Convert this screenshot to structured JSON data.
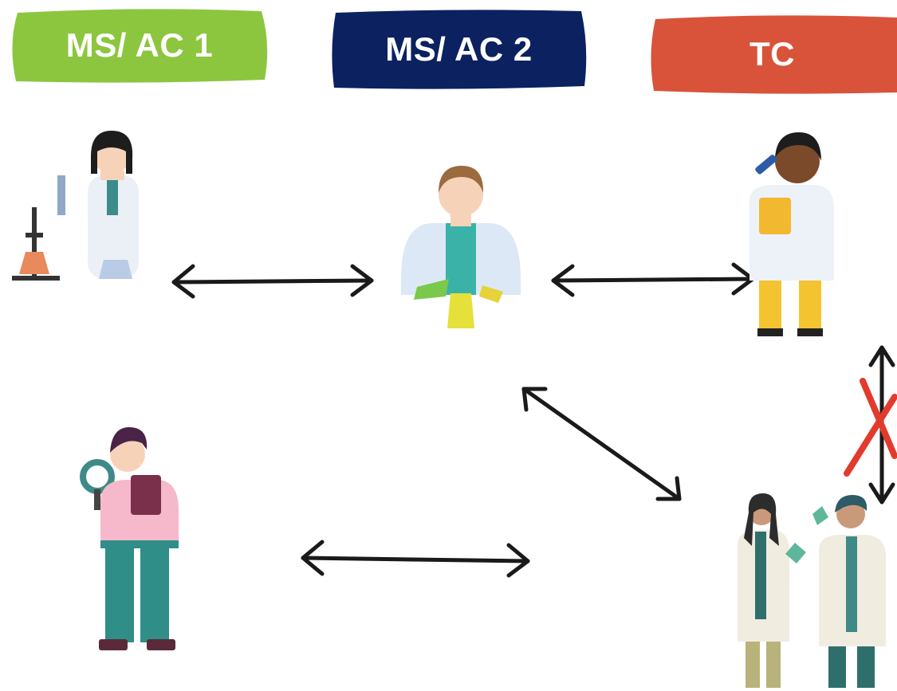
{
  "labels": {
    "ms_ac1": "MS/ AC 1",
    "ms_ac2": "MS/ AC 2",
    "tc": "TC"
  },
  "colors": {
    "ms_ac1": "#8CC63F",
    "ms_ac2": "#0B2160",
    "tc": "#D9533B",
    "arrow": "#1a1a1a",
    "cross": "#E23B2E"
  },
  "icons": [
    "scientist-with-flask-icon",
    "chemist-mixing-liquids-icon",
    "researcher-with-clipboard-icon",
    "investigator-with-magnifier-icon",
    "two-scientists-icon",
    "double-arrow-icon",
    "cross-icon"
  ]
}
